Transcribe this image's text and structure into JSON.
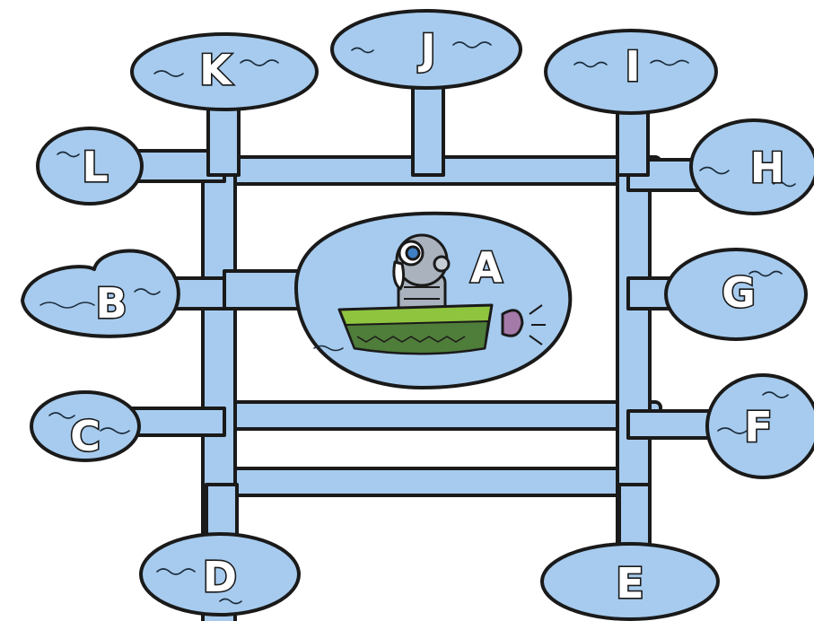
{
  "diagram": {
    "colors": {
      "water": "#a6cbee",
      "outline": "#1a1a1a",
      "boat_hull": "#8fc43f",
      "boat_stripe": "#4f7d3a",
      "robot": "#a9b2bd",
      "robot_eye": "#3f7fc4",
      "propeller": "#a47aa8"
    },
    "central_lake": {
      "label": "A",
      "icon": "robot-in-boat-icon"
    },
    "lakes": [
      {
        "id": "B",
        "label": "B"
      },
      {
        "id": "C",
        "label": "C"
      },
      {
        "id": "D",
        "label": "D"
      },
      {
        "id": "E",
        "label": "E"
      },
      {
        "id": "F",
        "label": "F"
      },
      {
        "id": "G",
        "label": "G"
      },
      {
        "id": "H",
        "label": "H"
      },
      {
        "id": "I",
        "label": "I"
      },
      {
        "id": "J",
        "label": "J"
      },
      {
        "id": "K",
        "label": "K"
      },
      {
        "id": "L",
        "label": "L"
      }
    ]
  }
}
